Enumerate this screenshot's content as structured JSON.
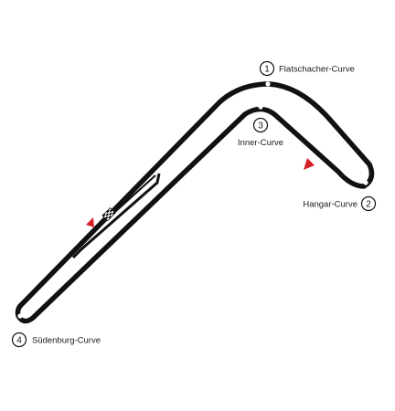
{
  "colors": {
    "track": "#111111",
    "inner_line": "#ffffff",
    "direction_arrow": "#d7202b",
    "marker": "#ffffff",
    "label_text": "#1a1a1a"
  },
  "corners": [
    {
      "number": "1",
      "name": "Flatschacher-Curve"
    },
    {
      "number": "2",
      "name": "Hangar-Curve"
    },
    {
      "number": "3",
      "name": "Inner-Curve"
    },
    {
      "number": "4",
      "name": "Südenburg-Curve"
    }
  ],
  "icons": {
    "start_finish": "checkered-flag-icon",
    "direction": "red-arrow-icon"
  }
}
